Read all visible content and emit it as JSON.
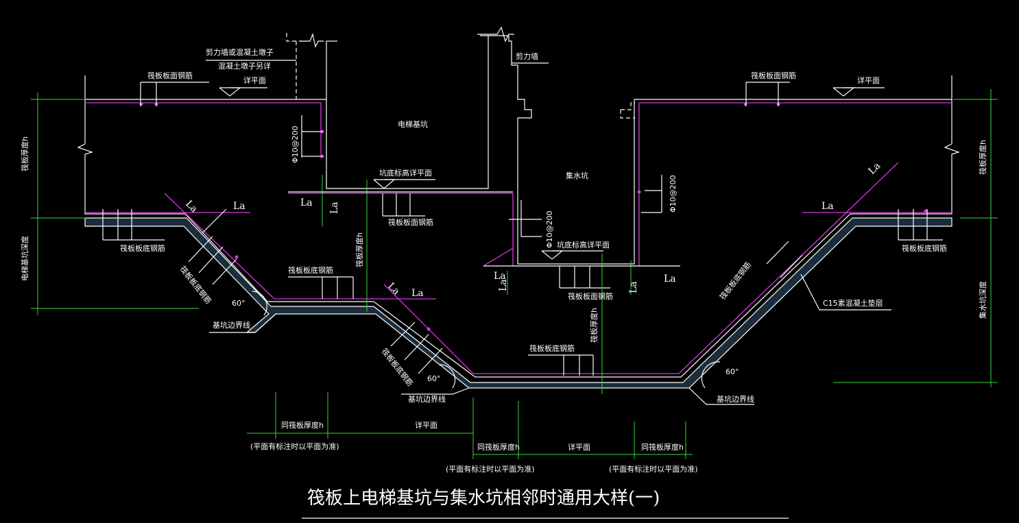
{
  "title": "筏板上电梯基坑与集水坑相邻时通用大样(一)",
  "labels": {
    "shear_wall_or_pier": "剪力墙或混凝土墩子",
    "pier_see_other": "混凝土墩子另详",
    "shear_wall": "剪力墙",
    "raft_top_rebar": "筏板板面钢筋",
    "raft_bottom_rebar": "筏板板底钢筋",
    "see_plan": "详平面",
    "elevator_pit": "电梯基坑",
    "sump_pit": "集水坑",
    "pit_bottom_elev": "坑底标高详平面",
    "rebar_spec": "Φ10@200",
    "la": "La",
    "raft_thickness_h": "筏板厚度h",
    "elevator_pit_depth": "电梯基坑深度",
    "sump_pit_depth": "集水坑深度",
    "pit_boundary": "基坑边界线",
    "c15_cushion": "C15素混凝土垫层",
    "angle_60": "60°",
    "same_raft_thickness": "同筏板厚度h",
    "plan_priority_note": "(平面有标注时以平面为准)"
  }
}
